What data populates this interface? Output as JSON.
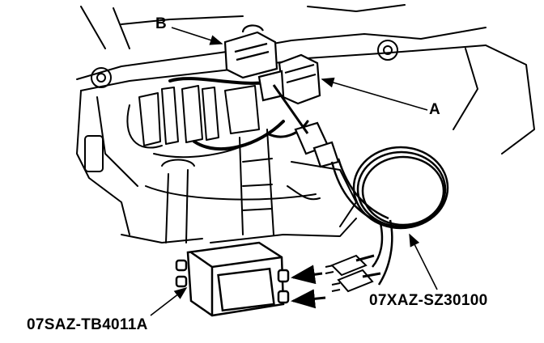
{
  "callouts": {
    "connector_b": "B",
    "connector_a": "A",
    "test_harness_part": "07XAZ-SZ30100",
    "breakout_box_part": "07SAZ-TB4011A"
  },
  "colors": {
    "ink": "#000000",
    "paper": "#ffffff"
  }
}
